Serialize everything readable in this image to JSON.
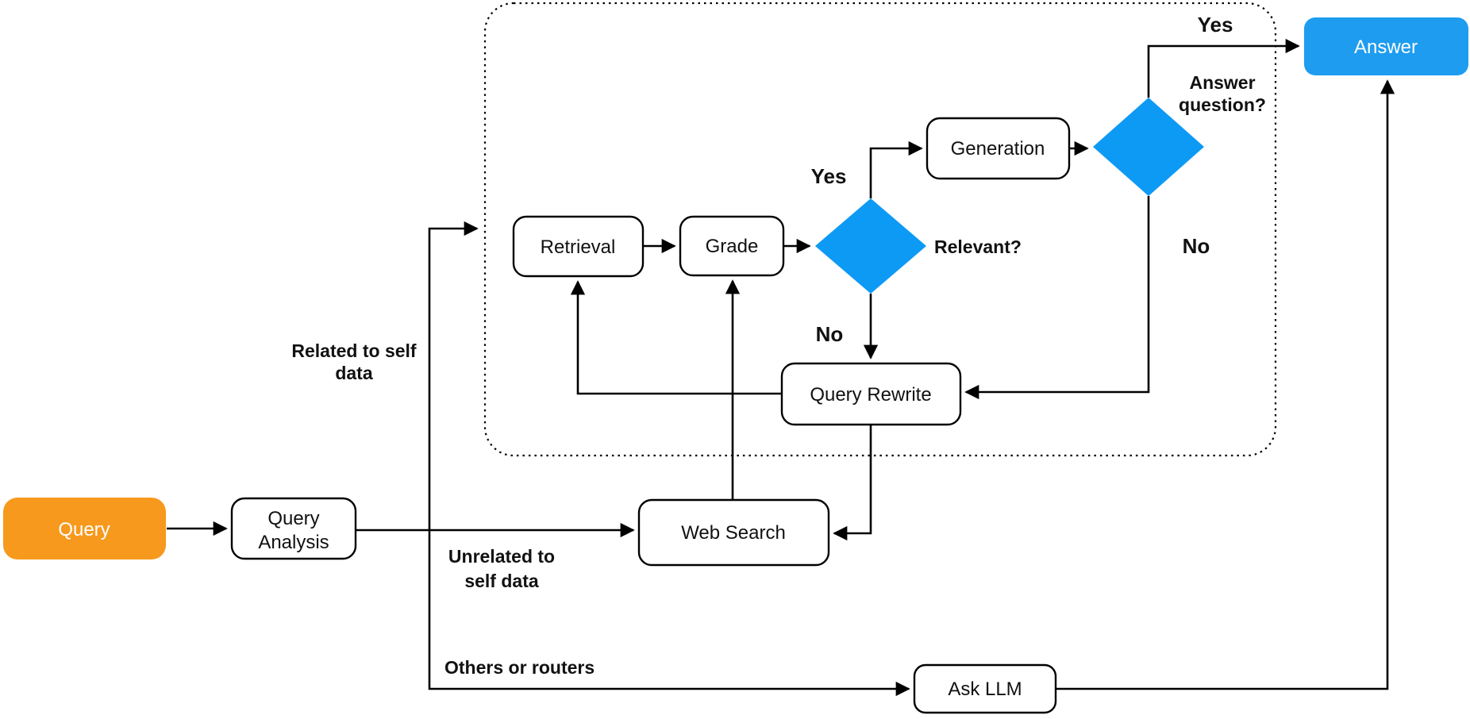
{
  "diagram": {
    "type": "flowchart",
    "colors": {
      "query_fill": "#F7991D",
      "answer_fill": "#1E9CF0",
      "decision_fill": "#0D9AF5",
      "node_fill": "#FFFFFF",
      "line": "#000000"
    },
    "nodes": {
      "query": {
        "label": "Query"
      },
      "query_analysis": {
        "label": "Query Analysis",
        "lines": [
          "Query",
          "Analysis"
        ]
      },
      "retrieval": {
        "label": "Retrieval"
      },
      "grade": {
        "label": "Grade"
      },
      "generation": {
        "label": "Generation"
      },
      "relevant_decision": {
        "label": "Relevant?"
      },
      "answer_question_decision": {
        "label": "Answer question?",
        "lines": [
          "Answer",
          "question?"
        ]
      },
      "query_rewrite": {
        "label": "Query Rewrite"
      },
      "web_search": {
        "label": "Web Search"
      },
      "ask_llm": {
        "label": "Ask LLM"
      },
      "answer": {
        "label": "Answer"
      }
    },
    "edge_labels": {
      "yes_to_answer": "Yes",
      "yes_to_generation": "Yes",
      "no_from_answer_question": "No",
      "no_from_relevant": "No",
      "related_to_self_data": {
        "lines": [
          "Related to self",
          "data"
        ]
      },
      "unrelated_to_self_data": {
        "lines": [
          "Unrelated to",
          "self data"
        ]
      },
      "others_or_routers": "Others or routers"
    }
  }
}
